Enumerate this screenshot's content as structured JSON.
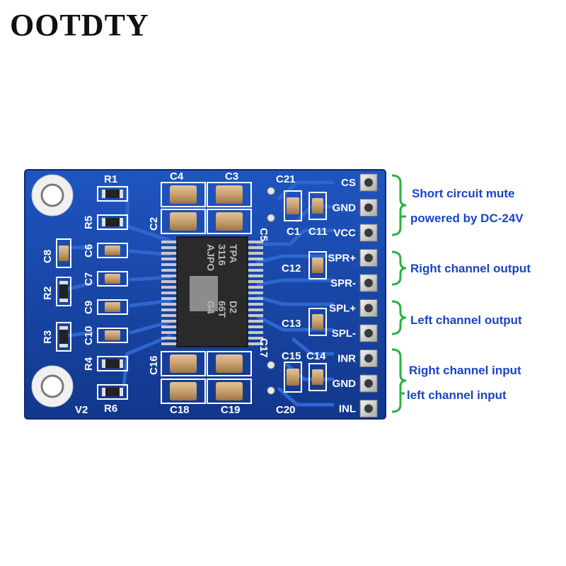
{
  "brand": "OOTDTY",
  "colors": {
    "board": "#1846a8",
    "trace": "#2e66d0",
    "silkscreen": "#ffffff",
    "chip": "#2a2a2a",
    "capacitor": "#c8a070",
    "bracket": "#2bb04a",
    "annotation": "#1a44c8"
  },
  "chip": {
    "markings": [
      "TPA",
      "3116",
      "AJPO",
      "D2",
      "66T",
      "G4"
    ]
  },
  "board": {
    "version": "V2",
    "component_labels": [
      "R1",
      "C4",
      "C3",
      "C21",
      "R5",
      "C2",
      "C5",
      "C1",
      "C11",
      "C8",
      "C6",
      "C7",
      "C12",
      "R2",
      "C9",
      "R3",
      "C10",
      "C13",
      "R4",
      "C16",
      "C17",
      "C15",
      "C14",
      "R6",
      "C18",
      "C19",
      "C20"
    ]
  },
  "pins": [
    "CS",
    "GND",
    "VCC",
    "SPR+",
    "SPR-",
    "SPL+",
    "SPL-",
    "INR",
    "GND",
    "INL"
  ],
  "annotations": [
    {
      "text": "Short circuit mute"
    },
    {
      "text": "powered by DC-24V"
    },
    {
      "text": "Right channel output"
    },
    {
      "text": "Left channel output"
    },
    {
      "text": "Right channel input"
    },
    {
      "text": "left channel input"
    }
  ]
}
